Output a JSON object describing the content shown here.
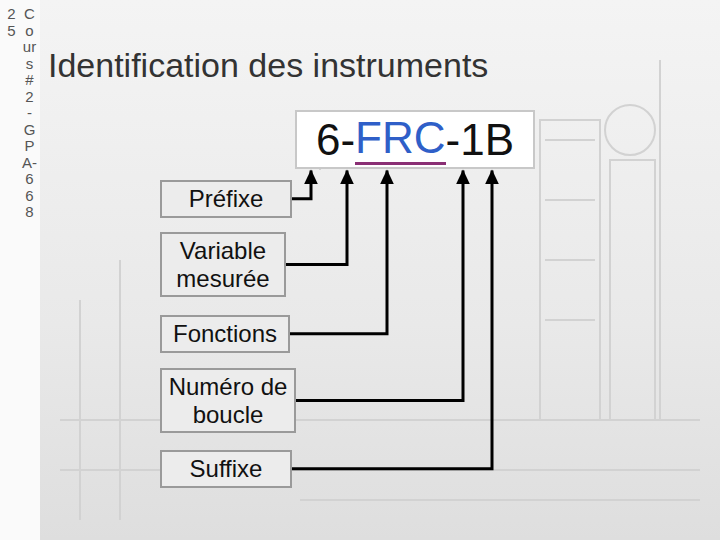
{
  "diagram": {
    "title": "Identification des instruments",
    "nodes": [
      {
        "text": [
          "6-",
          "FRC",
          "-1B"
        ]
      },
      {
        "text": [
          "Préfixe"
        ]
      },
      {
        "text": [
          "Variable mesurée"
        ]
      },
      {
        "text": [
          "Fonctions"
        ]
      },
      {
        "text": [
          "Numéro de boucle"
        ]
      },
      {
        "text": [
          "Suffixe"
        ]
      }
    ],
    "edges": [
      {
        "from": 1,
        "to": 0,
        "arrow": "to"
      },
      {
        "from": 2,
        "to": 0,
        "arrow": "to"
      },
      {
        "from": 3,
        "to": 0,
        "arrow": "to"
      },
      {
        "from": 4,
        "to": 0,
        "arrow": "to"
      },
      {
        "from": 5,
        "to": 0,
        "arrow": "to"
      }
    ],
    "labels": [
      "25",
      "Cours #2 - GPA-668"
    ]
  }
}
